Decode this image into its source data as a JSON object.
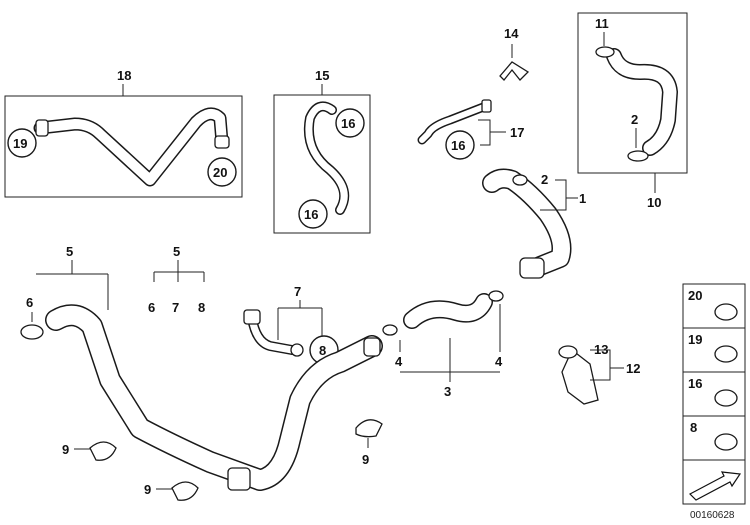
{
  "diagram": {
    "image_number": "00160628",
    "callouts": {
      "c1": "1",
      "c2a": "2",
      "c2b": "2",
      "c3": "3",
      "c4a": "4",
      "c4b": "4",
      "c5a": "5",
      "c5b": "5",
      "c6a": "6",
      "c6b": "6",
      "c7a": "7",
      "c7b": "7",
      "c8a": "8",
      "c8b": "8",
      "c9a": "9",
      "c9b": "9",
      "c9c": "9",
      "c10": "10",
      "c11": "11",
      "c12": "12",
      "c13": "13",
      "c14": "14",
      "c15": "15",
      "c16a": "16",
      "c16b": "16",
      "c16c": "16",
      "c17": "17",
      "c18": "18",
      "c19": "19",
      "c20": "20"
    },
    "legend": [
      "20",
      "19",
      "16",
      "8"
    ]
  }
}
